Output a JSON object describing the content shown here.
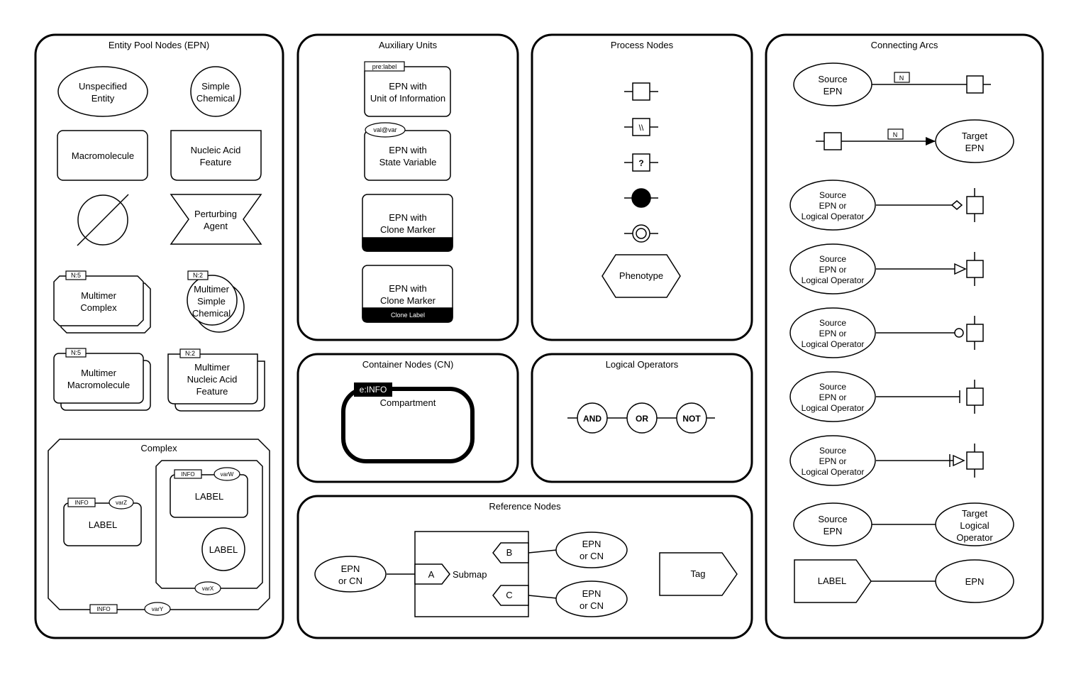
{
  "colors": {
    "stroke": "#000000",
    "background": "#ffffff"
  },
  "panels": {
    "epn": "Entity Pool Nodes (EPN)",
    "aux": "Auxiliary Units",
    "process": "Process Nodes",
    "arcs": "Connecting Arcs",
    "container": "Container Nodes (CN)",
    "logical": "Logical Operators",
    "reference": "Reference Nodes"
  },
  "epn": {
    "unspecified": [
      "Unspecified",
      "Entity"
    ],
    "simple_chemical": [
      "Simple",
      "Chemical"
    ],
    "macromolecule": "Macromolecule",
    "nucleic_acid": [
      "Nucleic Acid",
      "Feature"
    ],
    "perturbing": [
      "Perturbing",
      "Agent"
    ],
    "multimer_complex": {
      "badge": "N:5",
      "label": [
        "Multimer",
        "Complex"
      ]
    },
    "multimer_chemical": {
      "badge": "N:2",
      "label": [
        "Multimer",
        "Simple",
        "Chemical"
      ]
    },
    "multimer_macro": {
      "badge": "N:5",
      "label": [
        "Multimer",
        "Macromolecule"
      ]
    },
    "multimer_nucleic": {
      "badge": "N:2",
      "label": [
        "Multimer",
        "Nucleic Acid",
        "Feature"
      ]
    },
    "complex": {
      "title": "Complex",
      "left": {
        "info": "INFO",
        "state": "varZ",
        "label": "LABEL"
      },
      "inner_top": {
        "info": "INFO",
        "state": "varW",
        "label": "LABEL"
      },
      "inner_circle": "LABEL",
      "inner_state": "varX",
      "bottom_info": "INFO",
      "bottom_state": "varY"
    }
  },
  "aux": {
    "unit_info": {
      "tag": "pre:label",
      "label": [
        "EPN with",
        "Unit of Information"
      ]
    },
    "state_var": {
      "tag": "val@var",
      "label": [
        "EPN with",
        "State Variable"
      ]
    },
    "clone": {
      "label": [
        "EPN with",
        "Clone Marker"
      ]
    },
    "clone_label": {
      "label": [
        "EPN with",
        "Clone Marker"
      ],
      "marker": "Clone Label"
    }
  },
  "process": {
    "uncertain": "?",
    "omitted": "\\\\",
    "phenotype": "Phenotype"
  },
  "container": {
    "tag": "e:INFO",
    "label": "Compartment"
  },
  "logical": [
    "AND",
    "OR",
    "NOT"
  ],
  "reference": {
    "epn_left": [
      "EPN",
      "or CN"
    ],
    "submap": "Submap",
    "port_a": "A",
    "port_b": "B",
    "port_c": "C",
    "epn_b": [
      "EPN",
      "or CN"
    ],
    "epn_c": [
      "EPN",
      "or CN"
    ],
    "tag": "Tag"
  },
  "arcs": {
    "consumption": {
      "source": [
        "Source",
        "EPN"
      ],
      "cardinality": "N"
    },
    "production": {
      "target": [
        "Target",
        "EPN"
      ],
      "cardinality": "N"
    },
    "operator_source": [
      "Source",
      "EPN or",
      "Logical Operator"
    ],
    "logic": {
      "source": [
        "Source",
        "EPN"
      ],
      "target": [
        "Target",
        "Logical",
        "Operator"
      ]
    },
    "equivalence": {
      "label": "LABEL",
      "target": "EPN"
    }
  }
}
